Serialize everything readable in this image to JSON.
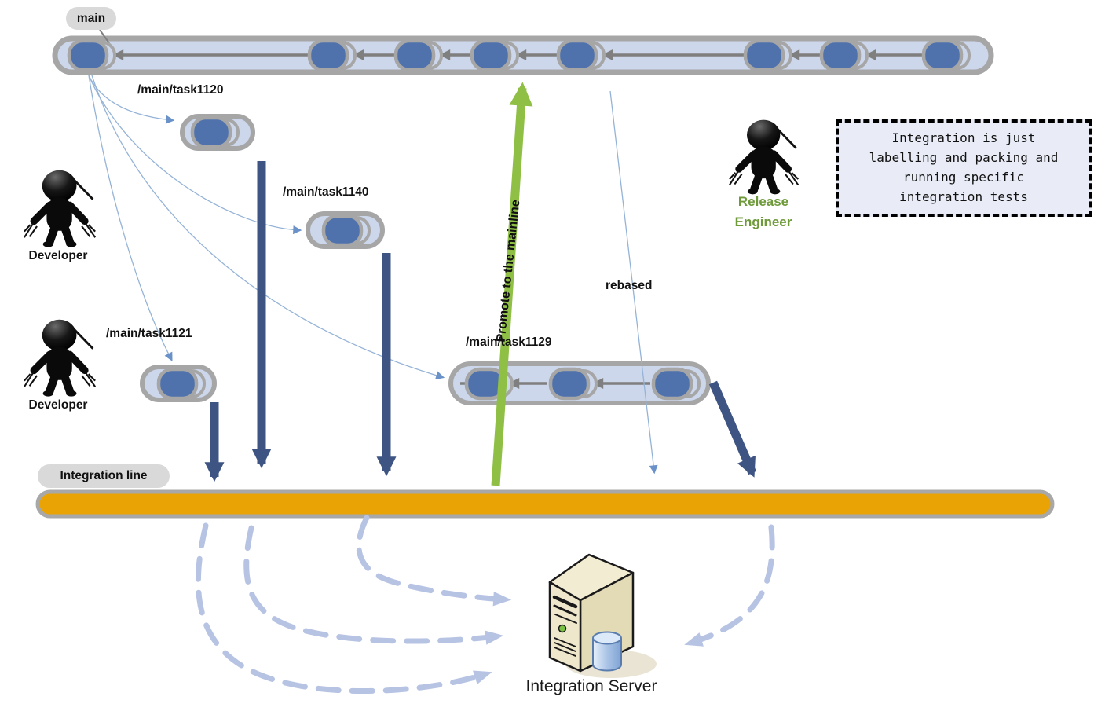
{
  "diagram": {
    "mainline": {
      "label": "main",
      "commit_count": 8
    },
    "branches": [
      {
        "name": "task1120",
        "label": "/main/task1120",
        "commit_count": 1
      },
      {
        "name": "task1140",
        "label": "/main/task1140",
        "commit_count": 1
      },
      {
        "name": "task1121",
        "label": "/main/task1121",
        "commit_count": 1
      },
      {
        "name": "task1129",
        "label": "/main/task1129",
        "commit_count": 3
      }
    ],
    "actors": [
      {
        "role": "Developer"
      },
      {
        "role": "Developer"
      },
      {
        "role": "Release Engineer"
      }
    ],
    "annotations": {
      "promote_arrow_label": "Promote to the mainline",
      "rebased_label": "rebased",
      "note_text": "Integration is just labelling and packing and running specific integration tests"
    },
    "integration_line": {
      "label": "Integration line"
    },
    "integration_server": {
      "label": "Integration Server"
    },
    "colors": {
      "commit_blue": "#4f72ad",
      "branch_fill": "#ccd7eb",
      "branch_border": "#a6a6a6",
      "commit_arrow_gray": "#7f7f7f",
      "navy_arrow": "#3e5584",
      "promote_green": "#8fc045",
      "release_engineer_text": "#6e9a3a",
      "integration_line_orange": "#e9a304",
      "dashed_arrow_blue": "#b7c3e3",
      "connector_blue": "#95b3d7",
      "label_pill_gray": "#d9d9d9",
      "note_background": "#e9ecf6"
    }
  }
}
